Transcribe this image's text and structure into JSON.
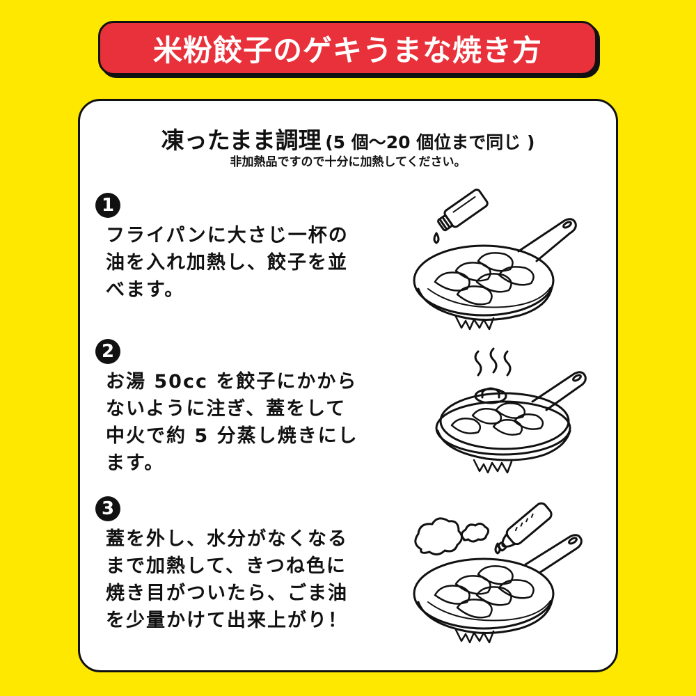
{
  "banner": {
    "title": "米粉餃子のゲキうまな焼き方"
  },
  "card": {
    "title_main": "凍ったまま調理",
    "title_sub": "(5 個〜20 個位まで同じ )",
    "note": "非加熱品ですので十分に加熱してください。"
  },
  "steps": [
    {
      "number": "1",
      "lines": [
        "フライパンに大さじ一杯の",
        "油を入れ加熱し、餃子を並",
        "べます。"
      ],
      "illustration": "pan-with-oil-bottle-and-gyoza-icon"
    },
    {
      "number": "2",
      "lines": [
        "お湯 50cc を餃子にかから",
        "ないように注ぎ、蓋をして",
        "中火で約 5 分蒸し焼きにし",
        "ます。"
      ],
      "illustration": "covered-pan-steaming-icon"
    },
    {
      "number": "3",
      "lines": [
        "蓋を外し、水分がなくなる",
        "まで加熱して、きつね色に",
        "焼き目がついたら、ごま油",
        "を少量かけて出来上がり！"
      ],
      "illustration": "pan-with-sesame-oil-and-smoke-icon"
    }
  ],
  "colors": {
    "background": "#FFE800",
    "banner": "#E8313A",
    "card": "#FFFFFF",
    "ink": "#111111"
  }
}
